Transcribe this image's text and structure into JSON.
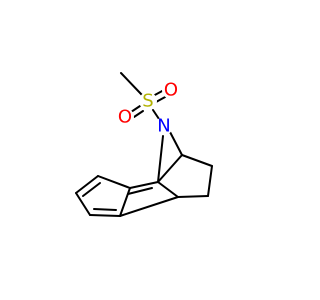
{
  "molecule": {
    "atoms": [
      {
        "id": "C_methyl",
        "element": "C",
        "label": ""
      },
      {
        "id": "S",
        "element": "S",
        "label": "S"
      },
      {
        "id": "O1",
        "element": "O",
        "label": "O"
      },
      {
        "id": "O2",
        "element": "O",
        "label": "O"
      },
      {
        "id": "N",
        "element": "N",
        "label": "N"
      },
      {
        "id": "C_bridge_top",
        "element": "C",
        "label": ""
      },
      {
        "id": "C_bridge_bottom",
        "element": "C",
        "label": ""
      },
      {
        "id": "C_ring1",
        "element": "C",
        "label": ""
      },
      {
        "id": "C_ring2",
        "element": "C",
        "label": ""
      },
      {
        "id": "C_ar1",
        "element": "C",
        "label": ""
      },
      {
        "id": "C_ar2",
        "element": "C",
        "label": ""
      },
      {
        "id": "C_ar3",
        "element": "C",
        "label": ""
      },
      {
        "id": "C_ar4",
        "element": "C",
        "label": ""
      },
      {
        "id": "C_ar5",
        "element": "C",
        "label": ""
      },
      {
        "id": "C_ar6",
        "element": "C",
        "label": ""
      }
    ],
    "colors": {
      "carbon": "#000000",
      "sulfur": "#b2b200",
      "oxygen": "#ff0000",
      "nitrogen": "#0000ff"
    }
  }
}
